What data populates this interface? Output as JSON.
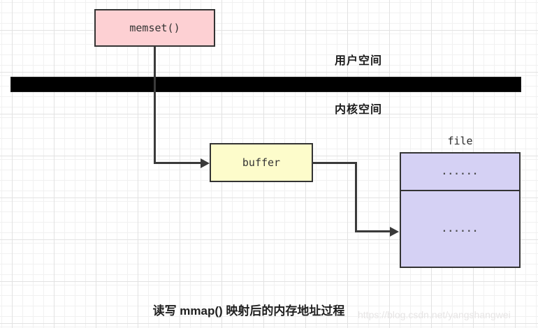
{
  "diagram": {
    "caption": "读写 mmap() 映射后的内存地址过程",
    "watermark": "https://blog.csdn.net/yangshangwei",
    "regions": {
      "user_space_label": "用户空间",
      "kernel_space_label": "内核空间"
    },
    "nodes": {
      "memset": {
        "label": "memset()",
        "fill": "#fdd0d3"
      },
      "buffer": {
        "label": "buffer",
        "fill": "#fdfccb"
      },
      "file": {
        "label": "file",
        "fill": "#d5d1f4",
        "rows": [
          "......",
          "......"
        ]
      }
    },
    "colors": {
      "node_border": "#333333",
      "connector": "#3a3a3a",
      "divider_bar": "#000000"
    }
  }
}
